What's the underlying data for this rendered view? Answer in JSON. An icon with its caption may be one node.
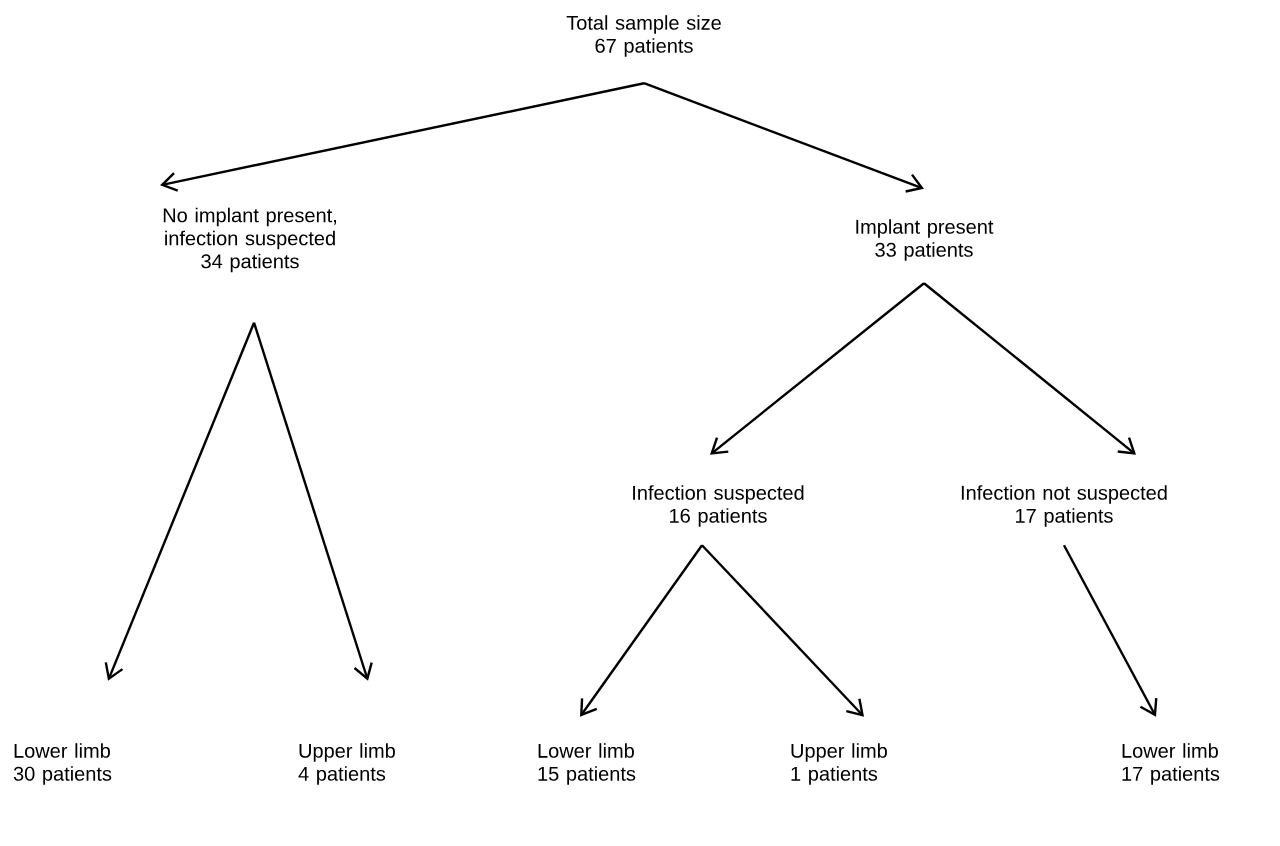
{
  "diagram": {
    "nodes": [
      {
        "text": [
          "Total sample size",
          "67 patients"
        ]
      },
      {
        "text": [
          "No implant present, infection suspected",
          "34 patients"
        ]
      },
      {
        "text": [
          "Implant present",
          "33 patients"
        ]
      },
      {
        "text": [
          "Infection suspected",
          "16 patients"
        ]
      },
      {
        "text": [
          "Infection not suspected",
          "17 patients"
        ]
      },
      {
        "text": [
          "Lower limb",
          "30 patients"
        ]
      },
      {
        "text": [
          "Upper limb",
          "4 patients"
        ]
      },
      {
        "text": [
          "Lower limb",
          "15 patients"
        ]
      },
      {
        "text": [
          "Upper limb",
          "1 patients"
        ]
      },
      {
        "text": [
          "Lower limb",
          "17 patients"
        ]
      }
    ],
    "edges": [
      {
        "from": 0,
        "to": 1,
        "arrow": "to"
      },
      {
        "from": 0,
        "to": 2,
        "arrow": "to"
      },
      {
        "from": 1,
        "to": 5,
        "arrow": "to"
      },
      {
        "from": 1,
        "to": 6,
        "arrow": "to"
      },
      {
        "from": 2,
        "to": 3,
        "arrow": "to"
      },
      {
        "from": 2,
        "to": 4,
        "arrow": "to"
      },
      {
        "from": 3,
        "to": 7,
        "arrow": "to"
      },
      {
        "from": 3,
        "to": 8,
        "arrow": "to"
      },
      {
        "from": 4,
        "to": 9,
        "arrow": "to"
      }
    ]
  }
}
